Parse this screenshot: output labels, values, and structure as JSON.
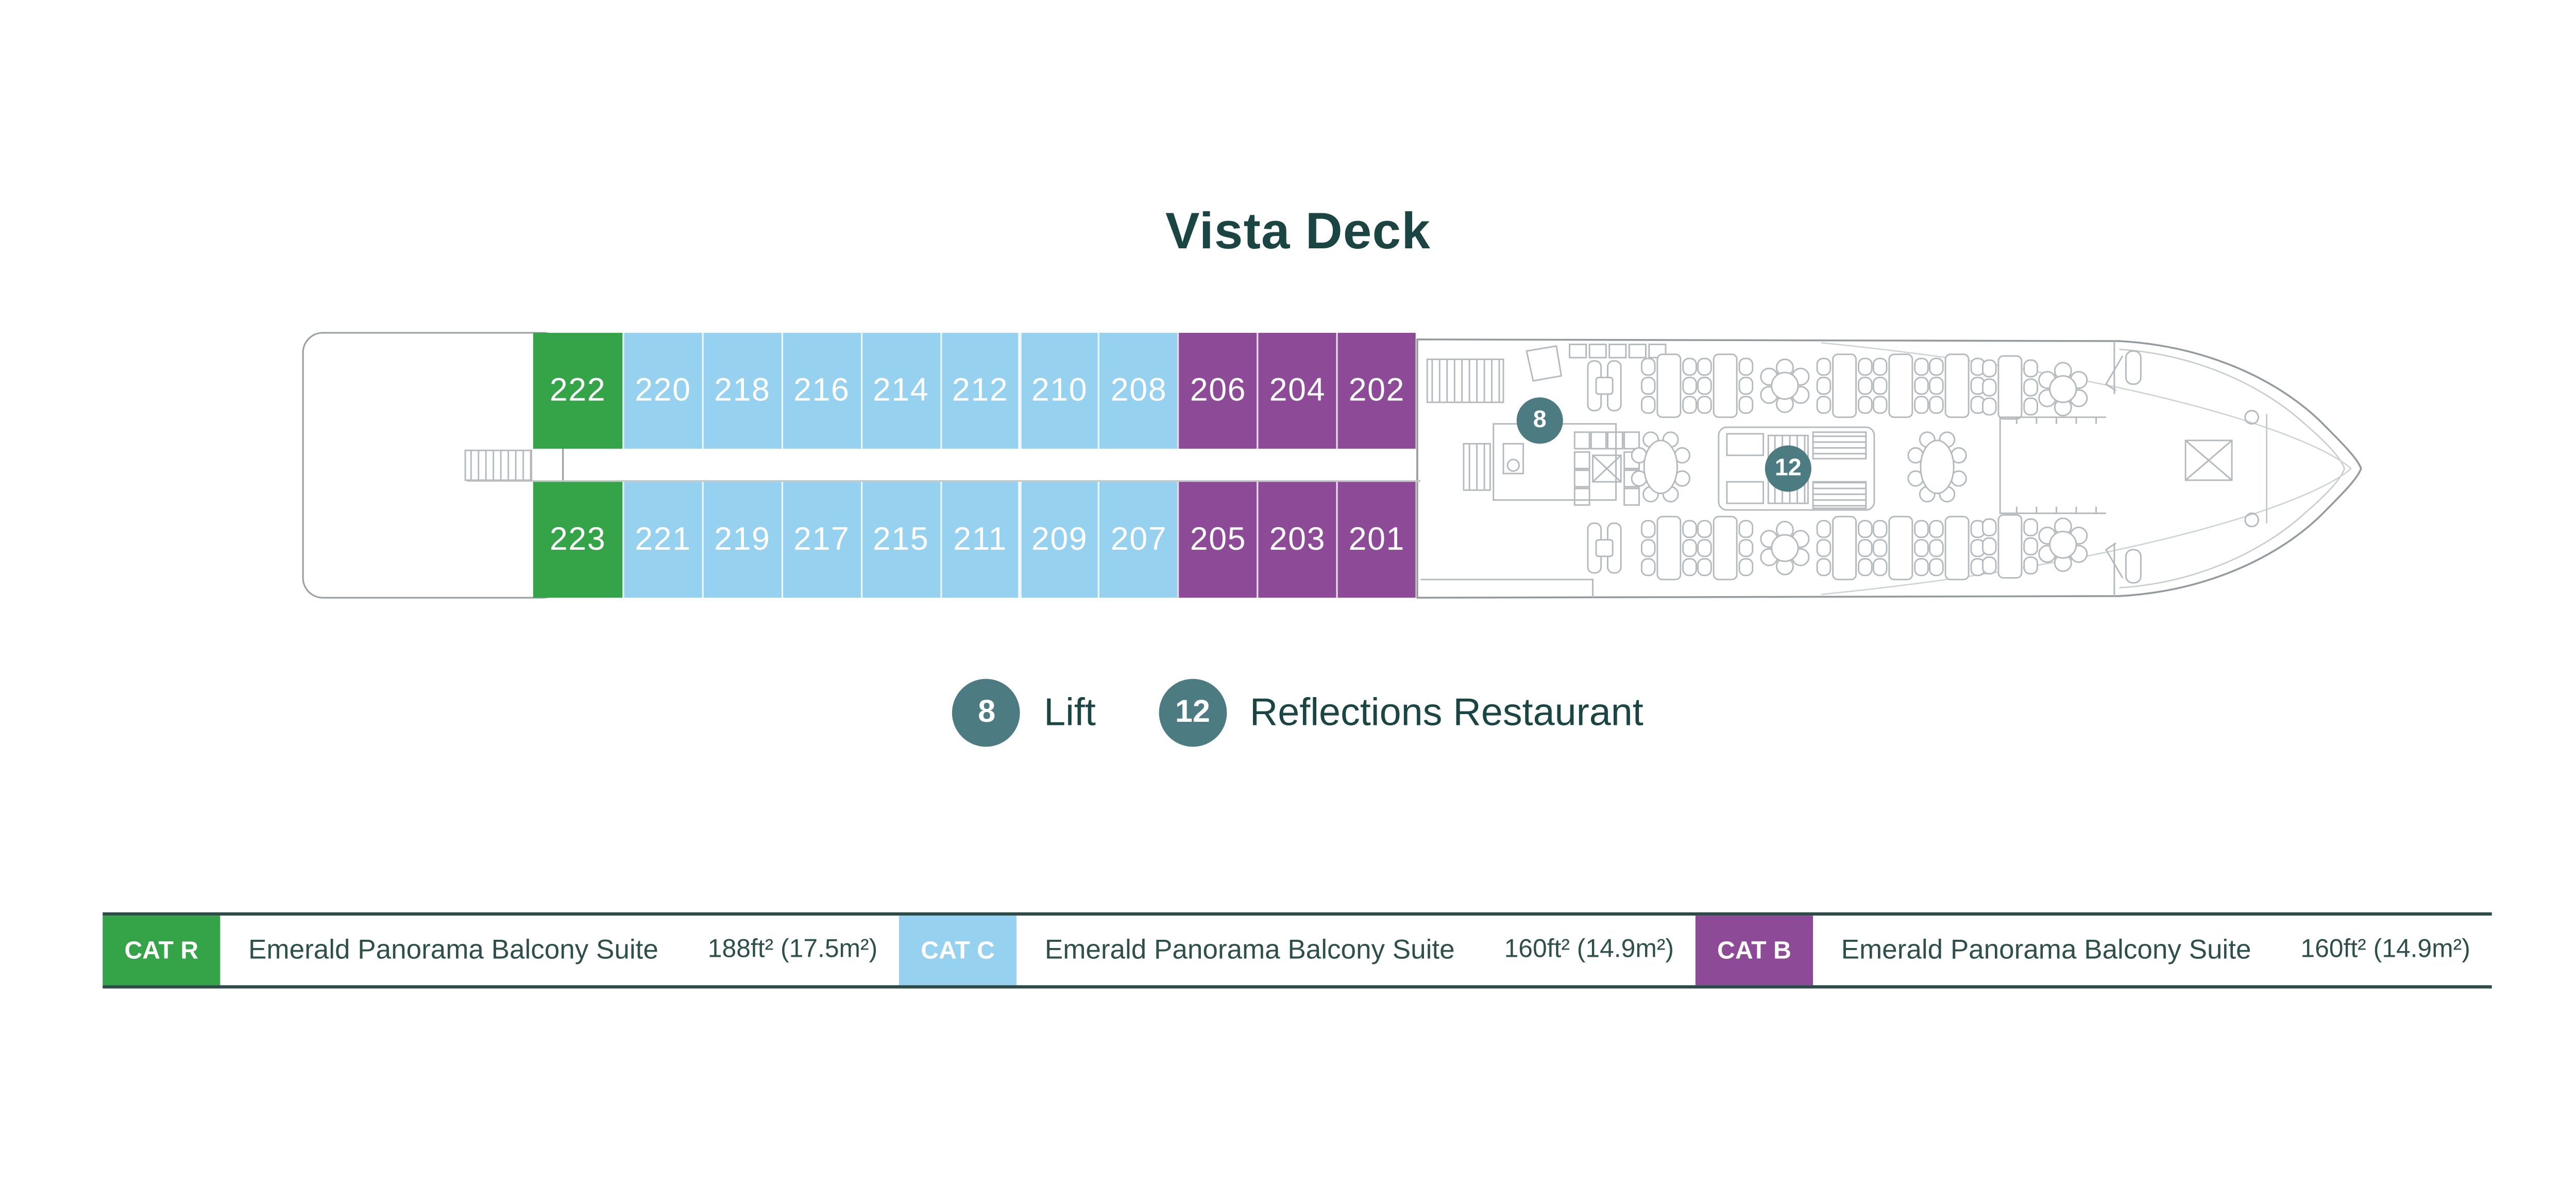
{
  "page_title": "Vista Deck",
  "colors": {
    "cat_r": "#35a449",
    "cat_c": "#96d2ef",
    "cat_b": "#8d4a96",
    "marker_teal": "#4d7b82",
    "heading_teal": "#1b4542",
    "table_border": "#2c4b48",
    "table_text": "#2f4f4c"
  },
  "deck_plan": {
    "top_row": [
      {
        "number": "222",
        "category": "R"
      },
      {
        "number": "220",
        "category": "C"
      },
      {
        "number": "218",
        "category": "C"
      },
      {
        "number": "216",
        "category": "C"
      },
      {
        "number": "214",
        "category": "C"
      },
      {
        "number": "212",
        "category": "C"
      },
      {
        "number": "210",
        "category": "C"
      },
      {
        "number": "208",
        "category": "C"
      },
      {
        "number": "206",
        "category": "B"
      },
      {
        "number": "204",
        "category": "B"
      },
      {
        "number": "202",
        "category": "B"
      }
    ],
    "bottom_row": [
      {
        "number": "223",
        "category": "R"
      },
      {
        "number": "221",
        "category": "C"
      },
      {
        "number": "219",
        "category": "C"
      },
      {
        "number": "217",
        "category": "C"
      },
      {
        "number": "215",
        "category": "C"
      },
      {
        "number": "211",
        "category": "C"
      },
      {
        "number": "209",
        "category": "C"
      },
      {
        "number": "207",
        "category": "C"
      },
      {
        "number": "205",
        "category": "B"
      },
      {
        "number": "203",
        "category": "B"
      },
      {
        "number": "201",
        "category": "B"
      }
    ],
    "deck_markers": [
      {
        "number": "8"
      },
      {
        "number": "12"
      }
    ]
  },
  "legend": {
    "items": [
      {
        "number": "8",
        "label": "Lift"
      },
      {
        "number": "12",
        "label": "Reflections Restaurant"
      }
    ]
  },
  "category_table": {
    "rows": [
      {
        "badge": "CAT R",
        "category": "R",
        "name": "Emerald Panorama Balcony Suite",
        "area": "188ft² (17.5m²)"
      },
      {
        "badge": "CAT C",
        "category": "C",
        "name": "Emerald Panorama Balcony Suite",
        "area": "160ft² (14.9m²)"
      },
      {
        "badge": "CAT B",
        "category": "B",
        "name": "Emerald Panorama Balcony Suite",
        "area": "160ft² (14.9m²)"
      }
    ]
  }
}
